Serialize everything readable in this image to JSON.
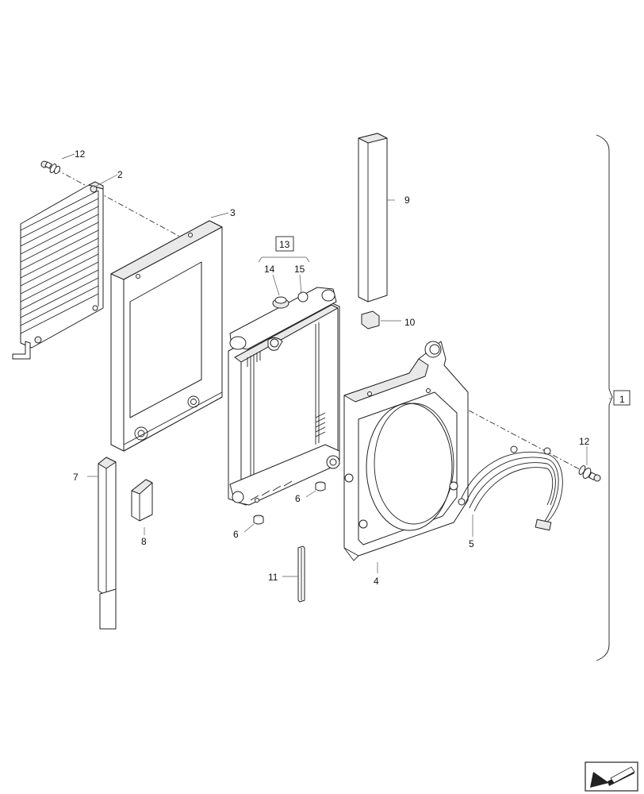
{
  "callouts": {
    "c1": "1",
    "c2": "2",
    "c3": "3",
    "c4": "4",
    "c5": "5",
    "c6a": "6",
    "c6b": "6",
    "c7": "7",
    "c8": "8",
    "c9": "9",
    "c10": "10",
    "c11": "11",
    "c12a": "12",
    "c12b": "12",
    "c13": "13",
    "c14": "14",
    "c15": "15"
  },
  "nav_icon": "arrow-back-icon"
}
